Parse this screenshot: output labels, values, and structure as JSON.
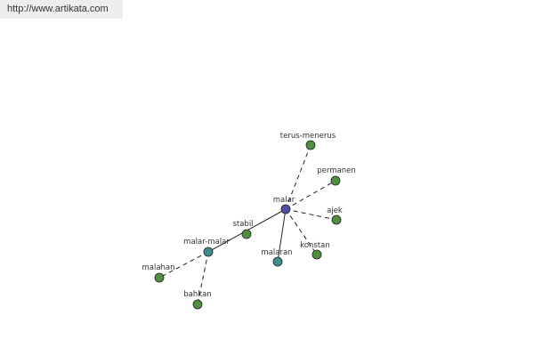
{
  "header": {
    "url": "http://www.artikata.com"
  },
  "colors": {
    "center": "#4f4f9f",
    "related": "#3d8f8f",
    "leaf": "#4f8f3f"
  },
  "nodes": [
    {
      "id": "malar",
      "label": "malar",
      "kind": "center"
    },
    {
      "id": "terus-menerus",
      "label": "terus-menerus",
      "kind": "leaf"
    },
    {
      "id": "permanen",
      "label": "permanen",
      "kind": "leaf"
    },
    {
      "id": "ajek",
      "label": "ajek",
      "kind": "leaf"
    },
    {
      "id": "konstan",
      "label": "konstan",
      "kind": "leaf"
    },
    {
      "id": "malaran",
      "label": "malaran",
      "kind": "related"
    },
    {
      "id": "stabil",
      "label": "stabil",
      "kind": "leaf"
    },
    {
      "id": "malar-malar",
      "label": "malar-malar",
      "kind": "related"
    },
    {
      "id": "malahan",
      "label": "malahan",
      "kind": "leaf"
    },
    {
      "id": "bahkan",
      "label": "bahkan",
      "kind": "leaf"
    }
  ],
  "edges": [
    {
      "from": "malar",
      "to": "terus-menerus",
      "style": "dashed"
    },
    {
      "from": "malar",
      "to": "permanen",
      "style": "dashed"
    },
    {
      "from": "malar",
      "to": "ajek",
      "style": "dashed"
    },
    {
      "from": "malar",
      "to": "konstan",
      "style": "dashed"
    },
    {
      "from": "malar",
      "to": "malaran",
      "style": "solid"
    },
    {
      "from": "malar",
      "to": "malar-malar",
      "style": "solid"
    },
    {
      "from": "malar-malar",
      "to": "malahan",
      "style": "dashed"
    },
    {
      "from": "malar-malar",
      "to": "bahkan",
      "style": "dashed"
    }
  ]
}
